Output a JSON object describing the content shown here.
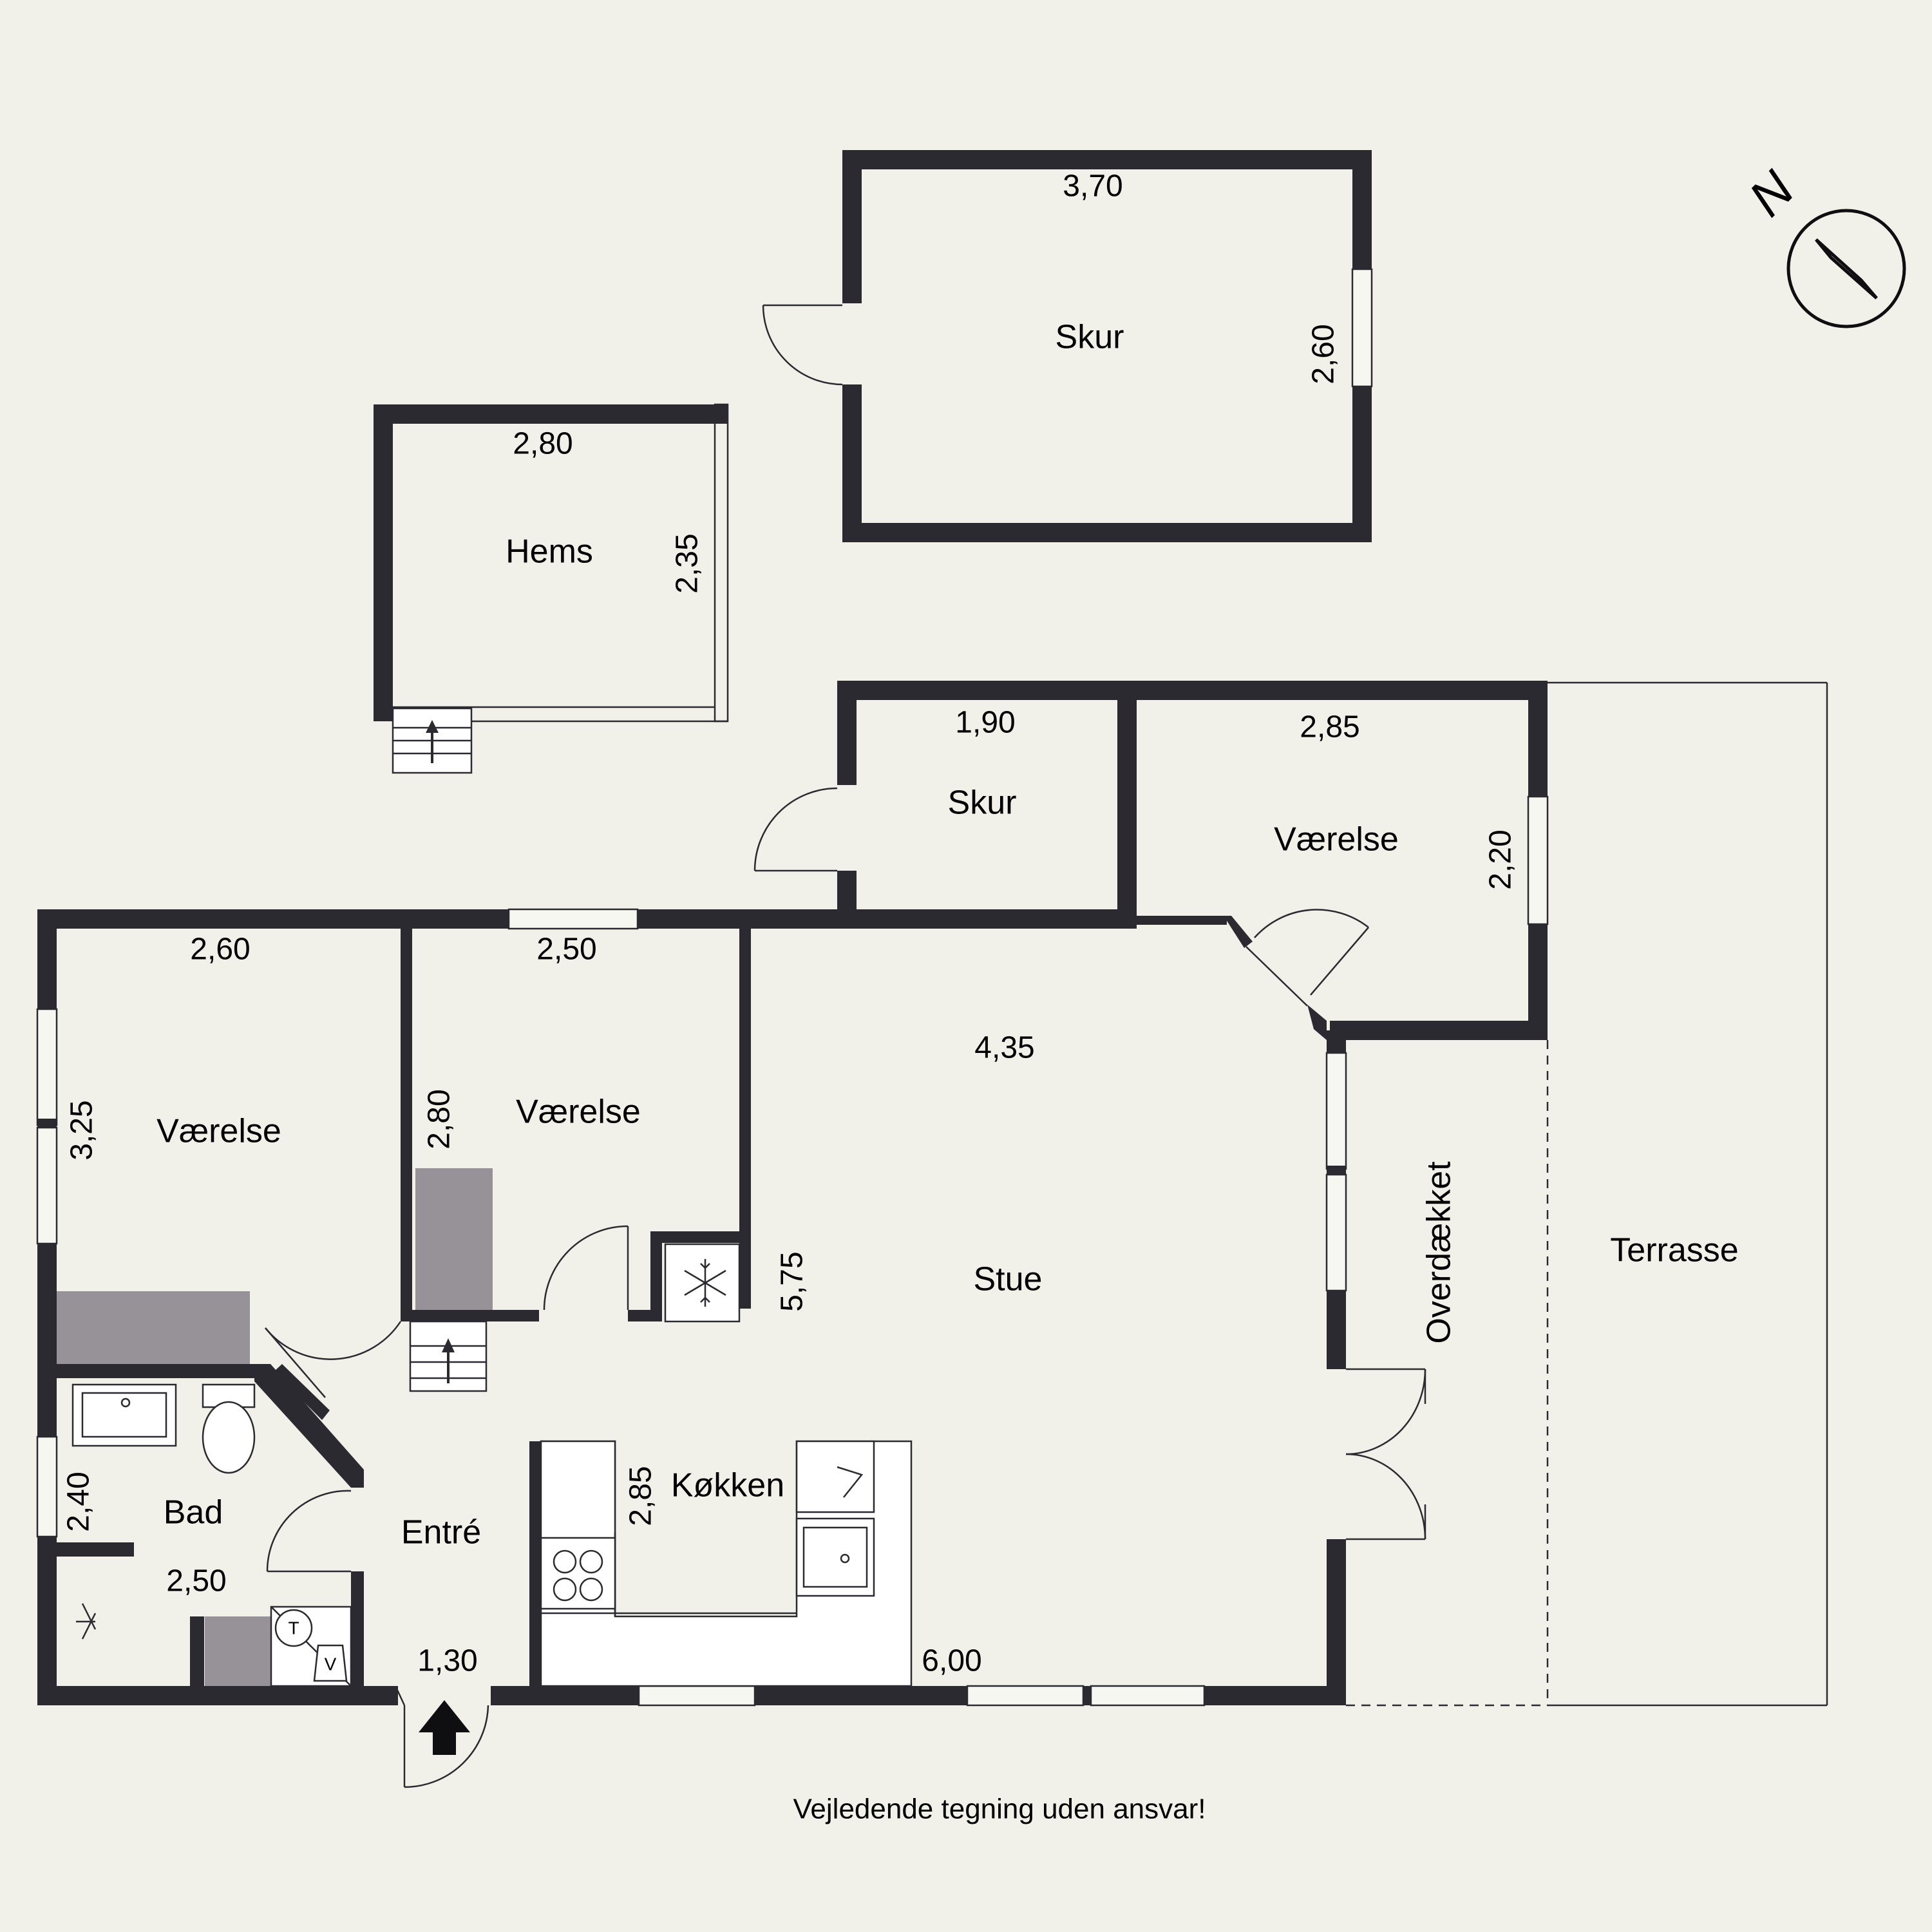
{
  "rooms": {
    "skur_top": "Skur",
    "hems": "Hems",
    "skur_small": "Skur",
    "vaerelse_right": "Værelse",
    "vaerelse_left": "Værelse",
    "vaerelse_mid": "Værelse",
    "stue": "Stue",
    "overdaekket": "Overdækket",
    "terrasse": "Terrasse",
    "koekken": "Køkken",
    "bad": "Bad",
    "entre": "Entré"
  },
  "dimensions": {
    "skur_top_w": "3,70",
    "skur_top_h": "2,60",
    "hems_w": "2,80",
    "hems_h": "2,35",
    "skur_small_w": "1,90",
    "vaerelse_right_w": "2,85",
    "vaerelse_right_h": "2,20",
    "vaerelse_left_w": "2,60",
    "vaerelse_left_h": "3,25",
    "vaerelse_mid_w": "2,50",
    "vaerelse_mid_h": "2,80",
    "stue_w": "4,35",
    "stue_h": "5,75",
    "koekken_h": "2,85",
    "bad_h": "2,40",
    "bad_w": "2,50",
    "entre_w": "1,30",
    "house_w": "6,00"
  },
  "compass": {
    "label": "N"
  },
  "footer": {
    "note": "Vejledende tegning uden ansvar!"
  },
  "icons": [
    "compass-icon",
    "snowflake-icon",
    "entrance-arrow-icon",
    "stair-arrow-icon",
    "sink-icon",
    "toilet-icon",
    "shower-icon",
    "stove-icon"
  ],
  "colors": {
    "background": "#f1f1ea",
    "wall": "#2b2a30",
    "cabinet": "#979297"
  }
}
